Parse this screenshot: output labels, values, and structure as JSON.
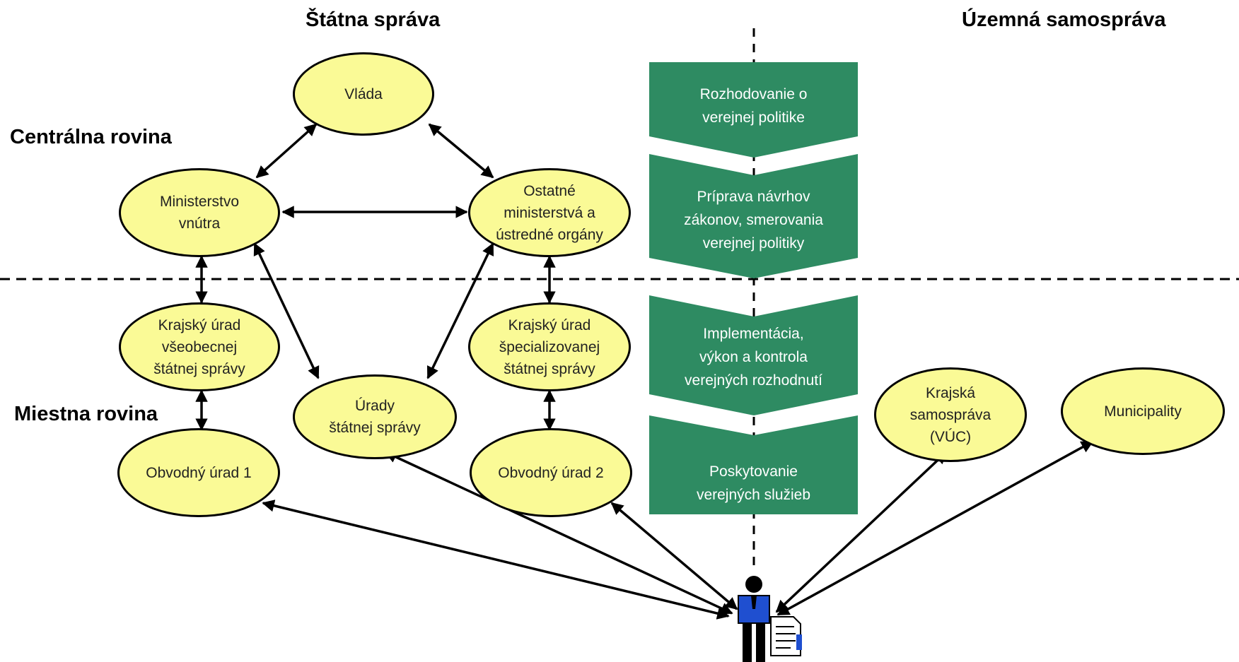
{
  "columns": {
    "state_administration": "Štátna správa",
    "self_government": "Územná samospráva"
  },
  "levels": {
    "central": "Centrálna rovina",
    "local": "Miestna rovina"
  },
  "nodes": {
    "vlada": [
      "Vláda"
    ],
    "ministerstvo_vnutra": [
      "Ministerstvo",
      "vnútra"
    ],
    "ostatne_ministerstva": [
      "Ostatné",
      "ministerstvá a",
      "ústredné orgány"
    ],
    "krajsky_urad_vseobecnej": [
      "Krajský úrad",
      "všeobecnej",
      "štátnej správy"
    ],
    "urady_statnej_spravy": [
      "Úrady",
      "štátnej správy"
    ],
    "krajsky_urad_specializovanej": [
      "Krajský úrad",
      "špecializovanej",
      "štátnej správy"
    ],
    "obvodny_urad_1": [
      "Obvodný úrad 1"
    ],
    "obvodny_urad_2": [
      "Obvodný úrad 2"
    ],
    "krajska_samosprava": [
      "Krajská",
      "samospráva",
      "(VÚC)"
    ],
    "municipality": [
      "Municipality"
    ]
  },
  "policy_stages": [
    [
      "Rozhodovanie o",
      "verejnej politike"
    ],
    [
      "Príprava návrhov",
      "zákonov, smerovania",
      "verejnej politiky"
    ],
    [
      "Implementácia,",
      "výkon a kontrola",
      "verejných rozhodnutí"
    ],
    [
      "Poskytovanie",
      "verejných služieb"
    ]
  ],
  "colors": {
    "node_fill": "#fafa96",
    "stage_fill": "#2e8b62",
    "stroke": "#000000",
    "citizen_body": "#1f4fd0"
  },
  "icons": {
    "citizen": "citizen-with-document-icon"
  }
}
